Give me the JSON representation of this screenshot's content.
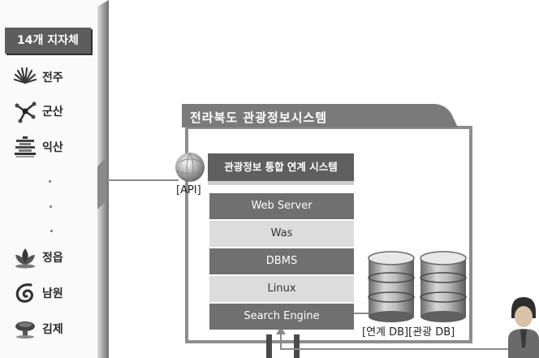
{
  "sidebar": {
    "title": "14개 지자체",
    "cities": [
      {
        "label": "전주",
        "icon": "fan-leaf-icon"
      },
      {
        "label": "군산",
        "icon": "molecule-icon"
      },
      {
        "label": "익산",
        "icon": "pagoda-icon"
      },
      {
        "label": "정읍",
        "icon": "lotus-icon"
      },
      {
        "label": "남원",
        "icon": "swirl-icon"
      },
      {
        "label": "김제",
        "icon": "mushroom-cloud-icon"
      }
    ]
  },
  "system": {
    "title": "전라북도 관광정보시스템",
    "api_label": "[API]",
    "integration_title": "관광정보 통합 연계 시스템",
    "layers": [
      "Web Server",
      "Was",
      "DBMS",
      "Linux",
      "Search Engine"
    ],
    "db_label": "[연계 DB][관광 DB]"
  },
  "colors": {
    "dark_layer": "#707070",
    "light_layer": "#dcdcdc",
    "frame": "#8a8a8a",
    "title_bar": "#5f5f5f"
  }
}
